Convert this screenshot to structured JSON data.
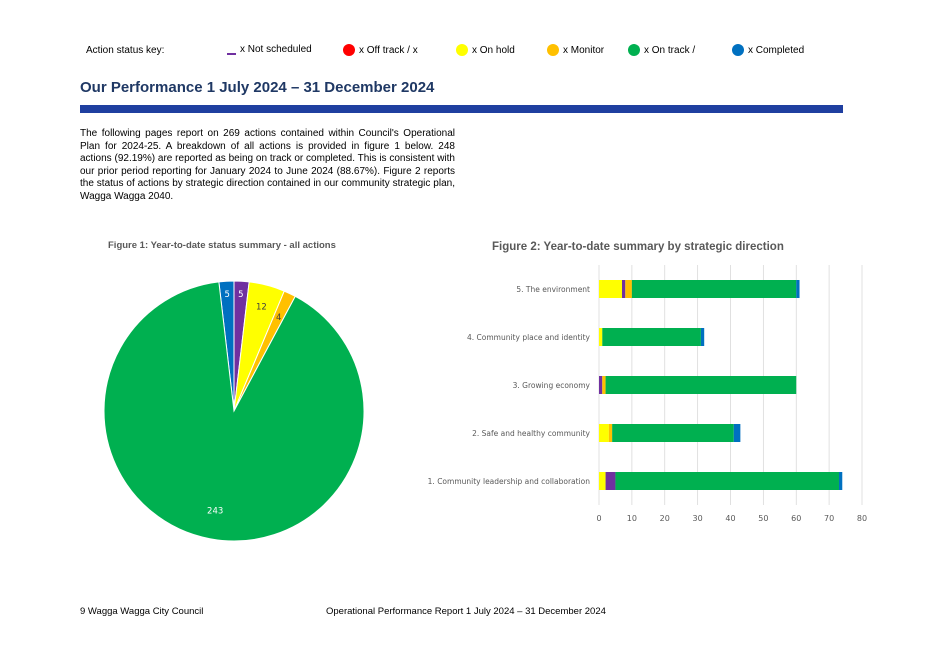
{
  "key": {
    "label": "Action status key:",
    "items": [
      {
        "text": "x Not scheduled",
        "color": "#7030a0",
        "shape": "dash"
      },
      {
        "text": "x Off track / x",
        "color": "#ff0000",
        "shape": "dot"
      },
      {
        "text": "x On hold",
        "color": "#ffff00",
        "shape": "dot"
      },
      {
        "text": "x Monitor",
        "color": "#ffc000",
        "shape": "dot"
      },
      {
        "text": "x On track /",
        "color": "#00b050",
        "shape": "dot"
      },
      {
        "text": "x Completed",
        "color": "#0070c0",
        "shape": "dot"
      }
    ]
  },
  "title": "Our Performance 1 July 2024 – 31 December 2024",
  "intro": "The following pages report on 269 actions contained within Council's Operational Plan for 2024-25. A breakdown of all actions is provided in figure 1 below. 248 actions (92.19%) are reported as being on track or completed. This is consistent with our prior period reporting for January 2024 to June 2024 (88.67%). Figure 2 reports the status of actions by strategic direction contained in our community strategic plan, Wagga Wagga 2040.",
  "colors": {
    "not_scheduled": "#7030a0",
    "on_hold": "#ffff00",
    "monitor": "#ffc000",
    "on_track": "#00b050",
    "completed": "#0070c0",
    "rule": "#1f3fa0"
  },
  "chart_data": [
    {
      "type": "pie",
      "title": "Figure 1: Year-to-date status summary  - all actions",
      "slices": [
        {
          "label": "5",
          "value": 5,
          "color": "#0070c0"
        },
        {
          "label": "5",
          "value": 5,
          "color": "#7030a0"
        },
        {
          "label": "12",
          "value": 12,
          "color": "#ffff00"
        },
        {
          "label": "4",
          "value": 4,
          "color": "#ffc000"
        },
        {
          "label": "243",
          "value": 243,
          "color": "#00b050"
        }
      ]
    },
    {
      "type": "bar",
      "orientation": "horizontal",
      "stacked": true,
      "title": "Figure 2: Year-to-date summary  by strategic direction",
      "categories": [
        "5. The environment",
        "4. Community place and identity",
        "3. Growing economy",
        "2. Safe and healthy community",
        "1. Community leadership and collaboration"
      ],
      "series": [
        {
          "color": "#ffff00",
          "values": [
            7,
            1,
            0,
            3,
            2
          ]
        },
        {
          "color": "#7030a0",
          "values": [
            1,
            0,
            1,
            0,
            3
          ]
        },
        {
          "color": "#ffc000",
          "values": [
            2,
            0,
            1,
            1,
            0
          ]
        },
        {
          "color": "#00b050",
          "values": [
            50,
            30,
            58,
            37,
            68
          ]
        },
        {
          "color": "#0070c0",
          "values": [
            1,
            1,
            0,
            2,
            1
          ]
        }
      ],
      "xlim": [
        0,
        80
      ],
      "xticks": [
        "0",
        "10",
        "20",
        "30",
        "40",
        "50",
        "60",
        "70",
        "80"
      ],
      "grid": true
    }
  ],
  "footer": {
    "page": "9  Wagga Wagga City Council",
    "report": "Operational Performance Report 1 July 2024 – 31 December 2024"
  }
}
